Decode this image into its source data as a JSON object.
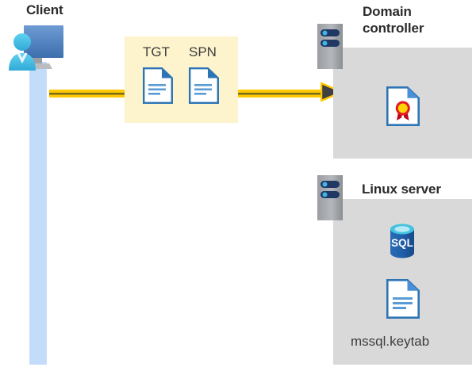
{
  "diagram": {
    "type": "kerberos-authentication-flow",
    "background": "#ffffff"
  },
  "client": {
    "title": "Client",
    "icon_name": "client-computer-user-icon",
    "lifeline_color": "#c3dcfa"
  },
  "message": {
    "box_color": "#fdf3cd",
    "items": [
      {
        "label": "TGT",
        "icon_name": "document-icon"
      },
      {
        "label": "SPN",
        "icon_name": "document-icon"
      }
    ],
    "arrow_color": "#ffc800",
    "arrow_core_color": "#7a6a1e",
    "arrow_head_color": "#404040"
  },
  "domain_controller": {
    "title": "Domain\ncontroller",
    "panel_color": "#d9d9d9",
    "server_icon_name": "server-rack-icon",
    "contents": [
      {
        "icon_name": "certificate-document-icon",
        "label": ""
      }
    ]
  },
  "linux_server": {
    "title": "Linux server",
    "panel_color": "#d9d9d9",
    "server_icon_name": "server-rack-icon",
    "contents": [
      {
        "icon_name": "sql-database-icon",
        "label": "SQL"
      },
      {
        "icon_name": "keytab-document-icon",
        "label": "mssql.keytab"
      }
    ],
    "sql_label": "SQL",
    "keytab_label": "mssql.keytab"
  },
  "colors": {
    "doc_blue": "#2e75b6",
    "doc_fill": "#ffffff",
    "doc_line": "#5b9bd5",
    "server_gray": "#a6a6a6",
    "server_pill": "#1f3864",
    "server_dot": "#41b6e6",
    "sql_blue": "#1f5fa9",
    "sql_top": "#45c2e0",
    "cert_seal": "#ffd400",
    "cert_ring": "#e01b24",
    "monitor_blue": "#4a7ebb",
    "person_cyan": "#44c8f0"
  }
}
